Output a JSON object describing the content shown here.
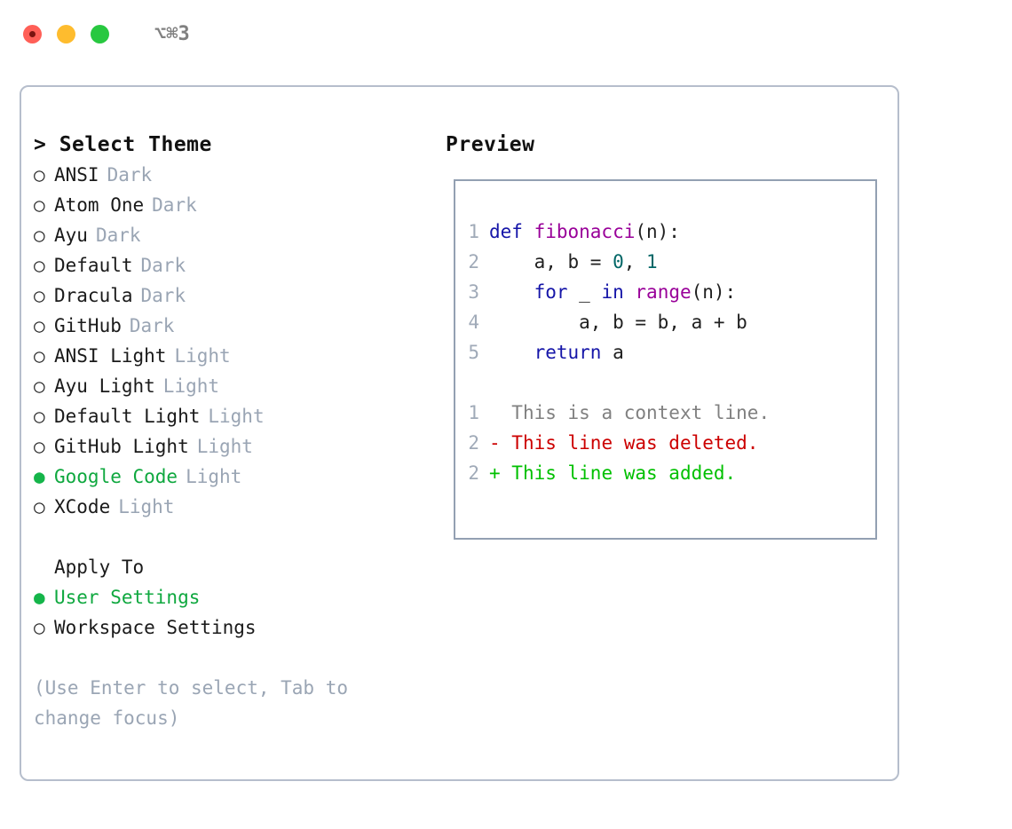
{
  "window": {
    "title": "⌥⌘3",
    "traffic_lights": [
      "close",
      "minimize",
      "zoom"
    ]
  },
  "theme_picker": {
    "heading": "> Select Theme",
    "items": [
      {
        "marker": "○",
        "label": "ANSI",
        "tag": "Dark",
        "selected": false
      },
      {
        "marker": "○",
        "label": "Atom One",
        "tag": "Dark",
        "selected": false
      },
      {
        "marker": "○",
        "label": "Ayu",
        "tag": "Dark",
        "selected": false
      },
      {
        "marker": "○",
        "label": "Default",
        "tag": "Dark",
        "selected": false
      },
      {
        "marker": "○",
        "label": "Dracula",
        "tag": "Dark",
        "selected": false
      },
      {
        "marker": "○",
        "label": "GitHub",
        "tag": "Dark",
        "selected": false
      },
      {
        "marker": "○",
        "label": "ANSI Light",
        "tag": "Light",
        "selected": false
      },
      {
        "marker": "○",
        "label": "Ayu Light",
        "tag": "Light",
        "selected": false
      },
      {
        "marker": "○",
        "label": "Default Light",
        "tag": "Light",
        "selected": false
      },
      {
        "marker": "○",
        "label": "GitHub Light",
        "tag": "Light",
        "selected": false
      },
      {
        "marker": "●",
        "label": "Google Code",
        "tag": "Light",
        "selected": true
      },
      {
        "marker": "○",
        "label": "XCode",
        "tag": "Light",
        "selected": false
      }
    ]
  },
  "apply_to": {
    "heading": "Apply To",
    "items": [
      {
        "marker": "●",
        "label": "User Settings",
        "selected": true
      },
      {
        "marker": "○",
        "label": "Workspace Settings",
        "selected": false
      }
    ]
  },
  "hint": "(Use Enter to select, Tab to change focus)",
  "preview": {
    "heading": "Preview",
    "code_lines": [
      {
        "number": "1",
        "tokens": [
          {
            "text": "def ",
            "type": "kw"
          },
          {
            "text": "fibonacci",
            "type": "fn"
          },
          {
            "text": "(n):",
            "type": "plain"
          }
        ]
      },
      {
        "number": "2",
        "tokens": [
          {
            "text": "    a, b = ",
            "type": "plain"
          },
          {
            "text": "0",
            "type": "num"
          },
          {
            "text": ", ",
            "type": "plain"
          },
          {
            "text": "1",
            "type": "num"
          }
        ]
      },
      {
        "number": "3",
        "tokens": [
          {
            "text": "    ",
            "type": "plain"
          },
          {
            "text": "for",
            "type": "kw"
          },
          {
            "text": " _ ",
            "type": "plain"
          },
          {
            "text": "in",
            "type": "kw"
          },
          {
            "text": " ",
            "type": "plain"
          },
          {
            "text": "range",
            "type": "fn"
          },
          {
            "text": "(n):",
            "type": "plain"
          }
        ]
      },
      {
        "number": "4",
        "tokens": [
          {
            "text": "        a, b = b, a + b",
            "type": "plain"
          }
        ]
      },
      {
        "number": "5",
        "tokens": [
          {
            "text": "    ",
            "type": "plain"
          },
          {
            "text": "return",
            "type": "kw"
          },
          {
            "text": " a",
            "type": "plain"
          }
        ]
      }
    ],
    "diff_lines": [
      {
        "number": "1",
        "prefix": "  ",
        "text": "This is a context line.",
        "kind": "context"
      },
      {
        "number": "2",
        "prefix": "- ",
        "text": "This line was deleted.",
        "kind": "deleted"
      },
      {
        "number": "2",
        "prefix": "+ ",
        "text": "This line was added.",
        "kind": "added"
      }
    ]
  },
  "colors": {
    "accent_green": "#0FA83F",
    "tag_gray": "#9AA5B4",
    "panel_border": "#B6BECC",
    "preview_border": "#93A0B2",
    "keyword": "#1515A8",
    "function": "#990099",
    "number": "#006666",
    "diff_added": "#00C000",
    "diff_deleted": "#CC0000",
    "diff_context": "#808080",
    "lineno": "#A0AAB8"
  }
}
